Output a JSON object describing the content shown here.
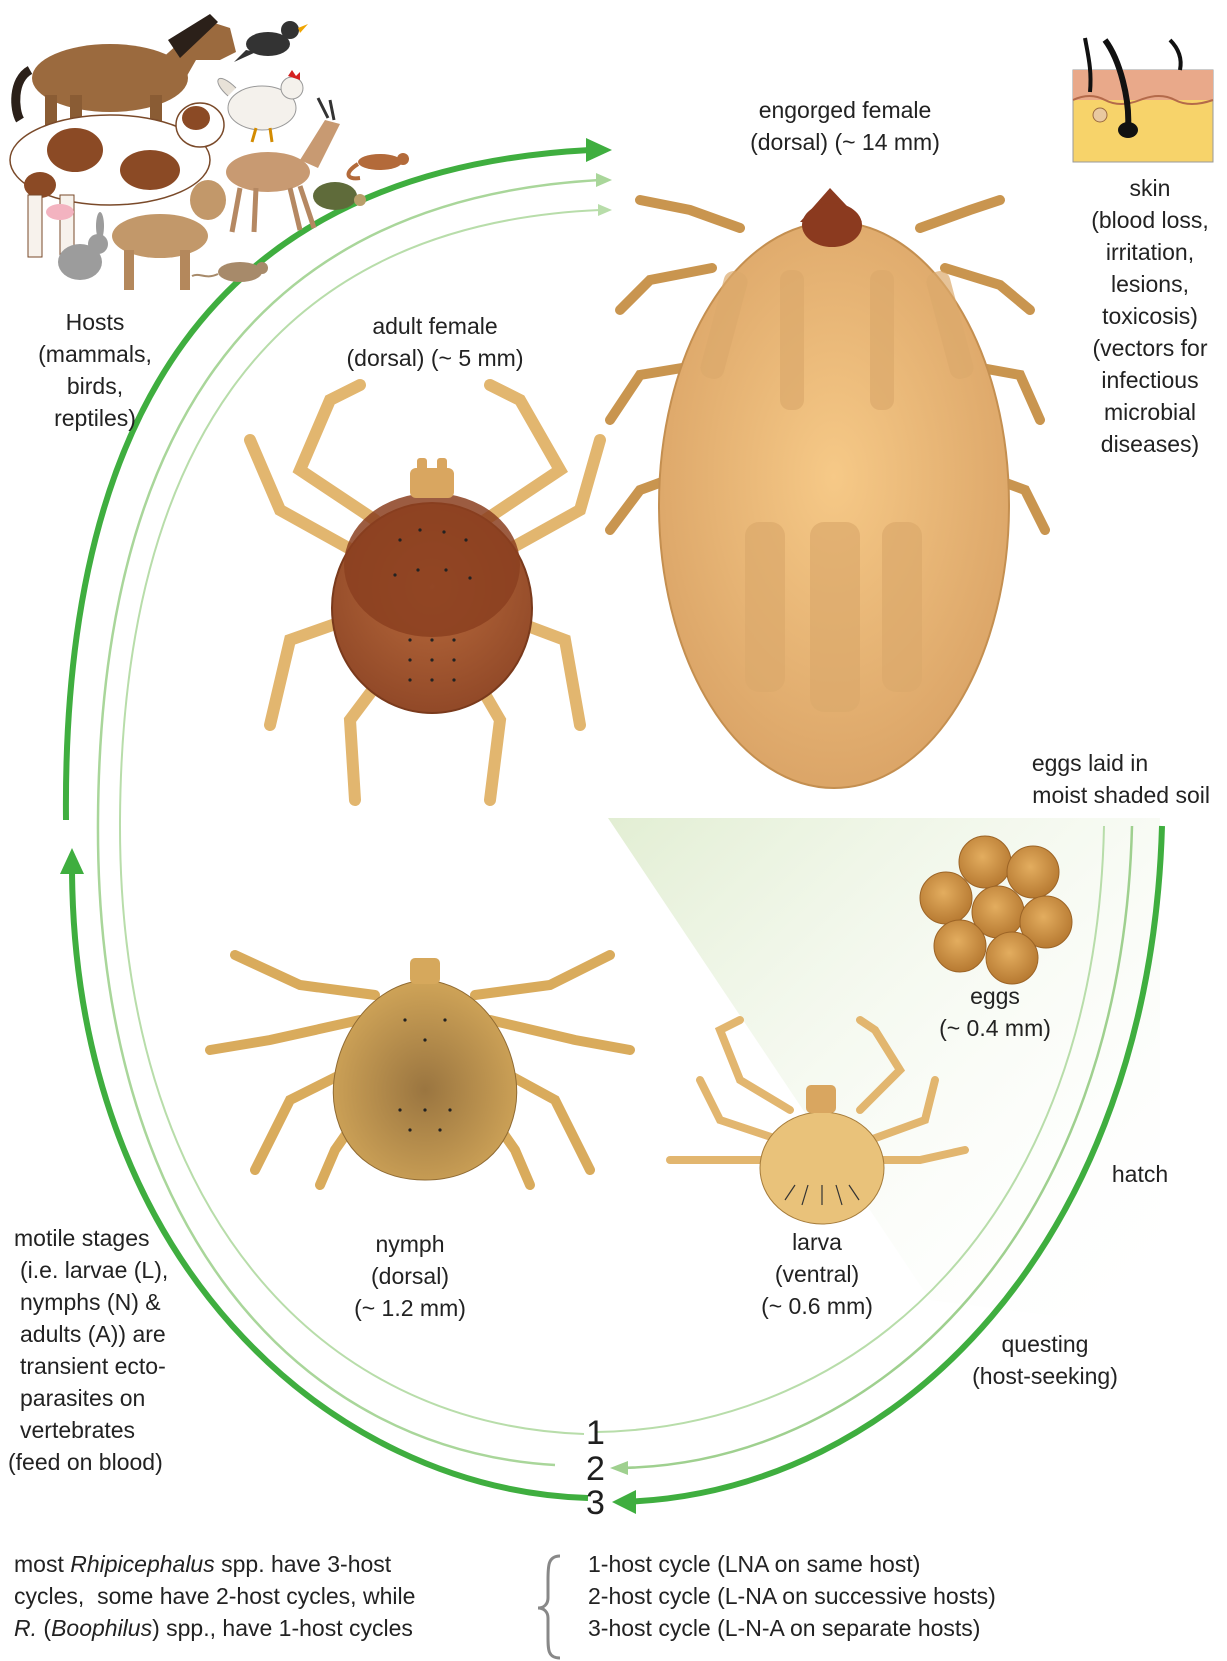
{
  "title": "Rhipicephalus",
  "colors": {
    "arrow_main": "#3fae3f",
    "arrow_light": "#a9d69a",
    "soil_shade": "#e9f2dc",
    "engorged_body": "#e8b477",
    "adult_body": "#a95a32",
    "nymph_body": "#c89a4a",
    "larva_body": "#e4bd6e",
    "egg": "#c98c3f",
    "leg": "#e2b66f"
  },
  "icons": [
    "horse-icon",
    "cow-icon",
    "bird-icon",
    "rooster-icon",
    "antelope-icon",
    "lizard-icon",
    "tortoise-icon",
    "rabbit-icon",
    "dog-icon",
    "mouse-icon",
    "skin-section-icon",
    "bracket-icon"
  ],
  "labels": {
    "hosts": [
      "Hosts",
      "(mammals,",
      "birds,",
      "reptiles)"
    ],
    "adult_female": [
      "adult female",
      "(dorsal) (~ 5 mm)"
    ],
    "engorged_female": [
      "engorged female",
      "(dorsal) (~ 14 mm)"
    ],
    "skin": [
      "skin",
      "(blood loss,",
      "irritation,",
      "lesions,",
      "toxicosis)",
      "(vectors for",
      "infectious",
      "microbial",
      "diseases)"
    ],
    "eggs_laid": [
      "eggs laid in",
      "moist shaded soil"
    ],
    "eggs": [
      "eggs",
      "(~ 0.4 mm)"
    ],
    "hatch": "hatch",
    "larva": [
      "larva",
      "(ventral)",
      "(~ 0.6 mm)"
    ],
    "nymph": [
      "nymph",
      "(dorsal)",
      "(~ 1.2 mm)"
    ],
    "questing": [
      "questing",
      "(host-seeking)"
    ],
    "motile": [
      "motile stages",
      "(i.e. larvae (L),",
      "nymphs (N) &",
      "adults (A)) are",
      "transient ecto-",
      "parasites on",
      "vertebrates",
      "(feed on blood)"
    ],
    "cycle_numbers": [
      "1",
      "2",
      "3"
    ]
  },
  "footer": {
    "left": {
      "line1_pre": "most ",
      "line1_italic": "Rhipicephalus",
      "line1_post": " spp. have 3-host",
      "line2": "cycles,  some have 2-host cycles, while",
      "line3_italic1": "R.",
      "line3_mid": " (",
      "line3_italic2": "Boophilus",
      "line3_post": ") spp., have 1-host cycles"
    },
    "right": [
      "1-host cycle (LNA on same host)",
      "2-host cycle (L-NA on successive hosts)",
      "3-host cycle (L-N-A on separate hosts)"
    ]
  }
}
